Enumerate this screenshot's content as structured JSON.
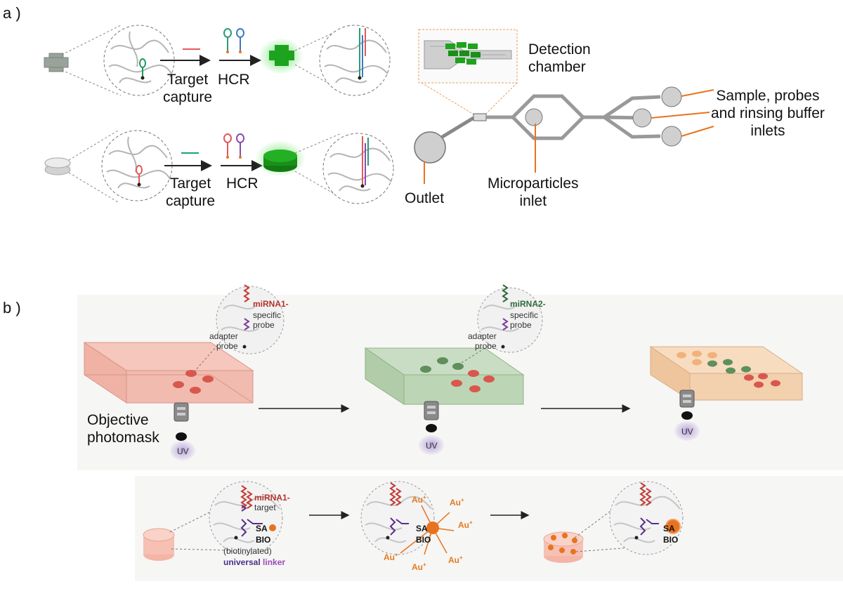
{
  "panels": {
    "a": "a )",
    "b": "b )"
  },
  "panel_a": {
    "row1": {
      "step1": "Target\ncapture",
      "step2": "HCR"
    },
    "row2": {
      "step1": "Target\ncapture",
      "step2": "HCR"
    },
    "chip": {
      "detection": "Detection\nchamber",
      "inlets": "Sample, probes\nand rinsing buffer\ninlets",
      "micro": "Microparticles\ninlet",
      "outlet": "Outlet"
    }
  },
  "panel_b": {
    "objective": "Objective\nphotomask",
    "uv": "UV",
    "callout1": {
      "title": "miRNA1-",
      "sub": "specific\nprobe",
      "adapter": "adapter\nprobe"
    },
    "callout2": {
      "title": "miRNA2-",
      "sub": "specific\nprobe",
      "adapter": "adapter\nprobe"
    },
    "bottom": {
      "title": "miRNA1-",
      "target": "target",
      "sa": "SA",
      "bio": "BIO",
      "biotinylated": "(biotinylated)",
      "linker_word1": "universal",
      "linker_word2": "linker",
      "au": "Au",
      "au_charge": "+"
    }
  },
  "colors": {
    "red_particle": "#d9574d",
    "green_particle": "#5e8f5c",
    "orange_particle": "#f0b27a",
    "hcr_green": "#1ea31e",
    "orange_line": "#e8731f",
    "purple": "#7b3fa0"
  }
}
